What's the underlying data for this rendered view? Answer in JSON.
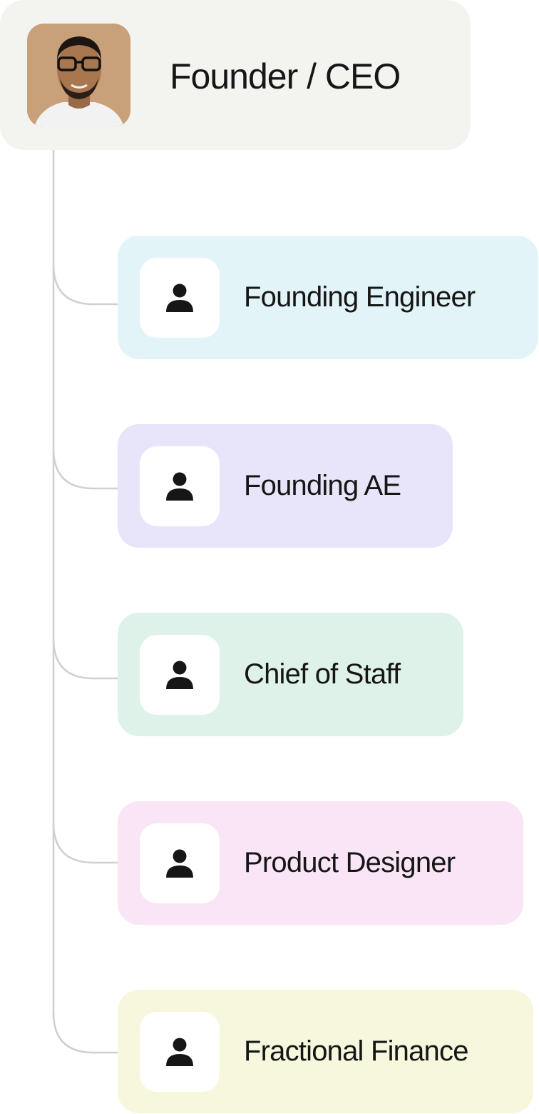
{
  "root": {
    "title": "Founder / CEO",
    "avatar_icon": "founder-photo"
  },
  "roles": [
    {
      "label": "Founding Engineer",
      "icon": "person-icon",
      "color": "#e2f4f8"
    },
    {
      "label": "Founding AE",
      "icon": "person-icon",
      "color": "#e8e4f9"
    },
    {
      "label": "Chief of Staff",
      "icon": "person-icon",
      "color": "#dff2e9"
    },
    {
      "label": "Product Designer",
      "icon": "person-icon",
      "color": "#f9e5f5"
    },
    {
      "label": "Fractional Finance",
      "icon": "person-icon",
      "color": "#f6f7dd"
    }
  ],
  "colors": {
    "root_card": "#f3f3ef",
    "connector": "#d0d0d0",
    "icon_fill": "#161616"
  }
}
